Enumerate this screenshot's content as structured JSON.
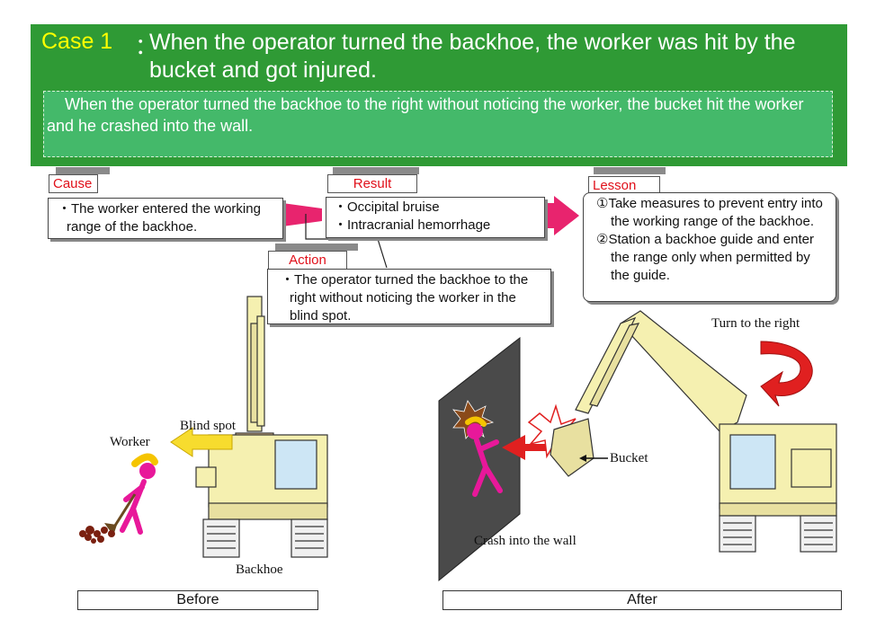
{
  "header": {
    "case_label": "Case 1",
    "colon": "：",
    "title": "When the operator turned the backhoe, the worker was hit by the bucket and got injured.",
    "description": "When the operator turned the backhoe to the right without noticing the worker, the bucket hit the worker and he crashed into the wall."
  },
  "cause": {
    "tag": "Cause",
    "lines": [
      "・The worker entered the working range of the backhoe."
    ]
  },
  "result": {
    "tag": "Result",
    "lines": [
      "・Occipital bruise",
      "・Intracranial hemorrhage"
    ]
  },
  "action": {
    "tag": "Action",
    "lines": [
      "・The operator turned the backhoe to the right without noticing the worker in the blind spot."
    ]
  },
  "lesson": {
    "tag": "Lesson",
    "lines": [
      "①Take measures to prevent entry into the working range of the backhoe.",
      "②Station a backhoe guide and enter the range only when permitted by the guide."
    ]
  },
  "before_scene": {
    "worker_label": "Worker",
    "blind_spot_label": "Blind spot",
    "backhoe_label": "Backhoe",
    "footer": "Before"
  },
  "after_scene": {
    "turn_label": "Turn to the right",
    "bucket_label": "Bucket",
    "wall_label": "Crash into the wall",
    "footer": "After"
  },
  "colors": {
    "header_green": "#2f9a35",
    "subheader_green": "#44b96a",
    "case_yellow": "#ffff00",
    "tag_red": "#e0101a",
    "arrow_magenta": "#e8246e",
    "worker_magenta": "#e8189a",
    "machine_yellow": "#f5f0b0",
    "blind_spot_yellow": "#f7dc2e",
    "alert_red": "#e02020"
  }
}
